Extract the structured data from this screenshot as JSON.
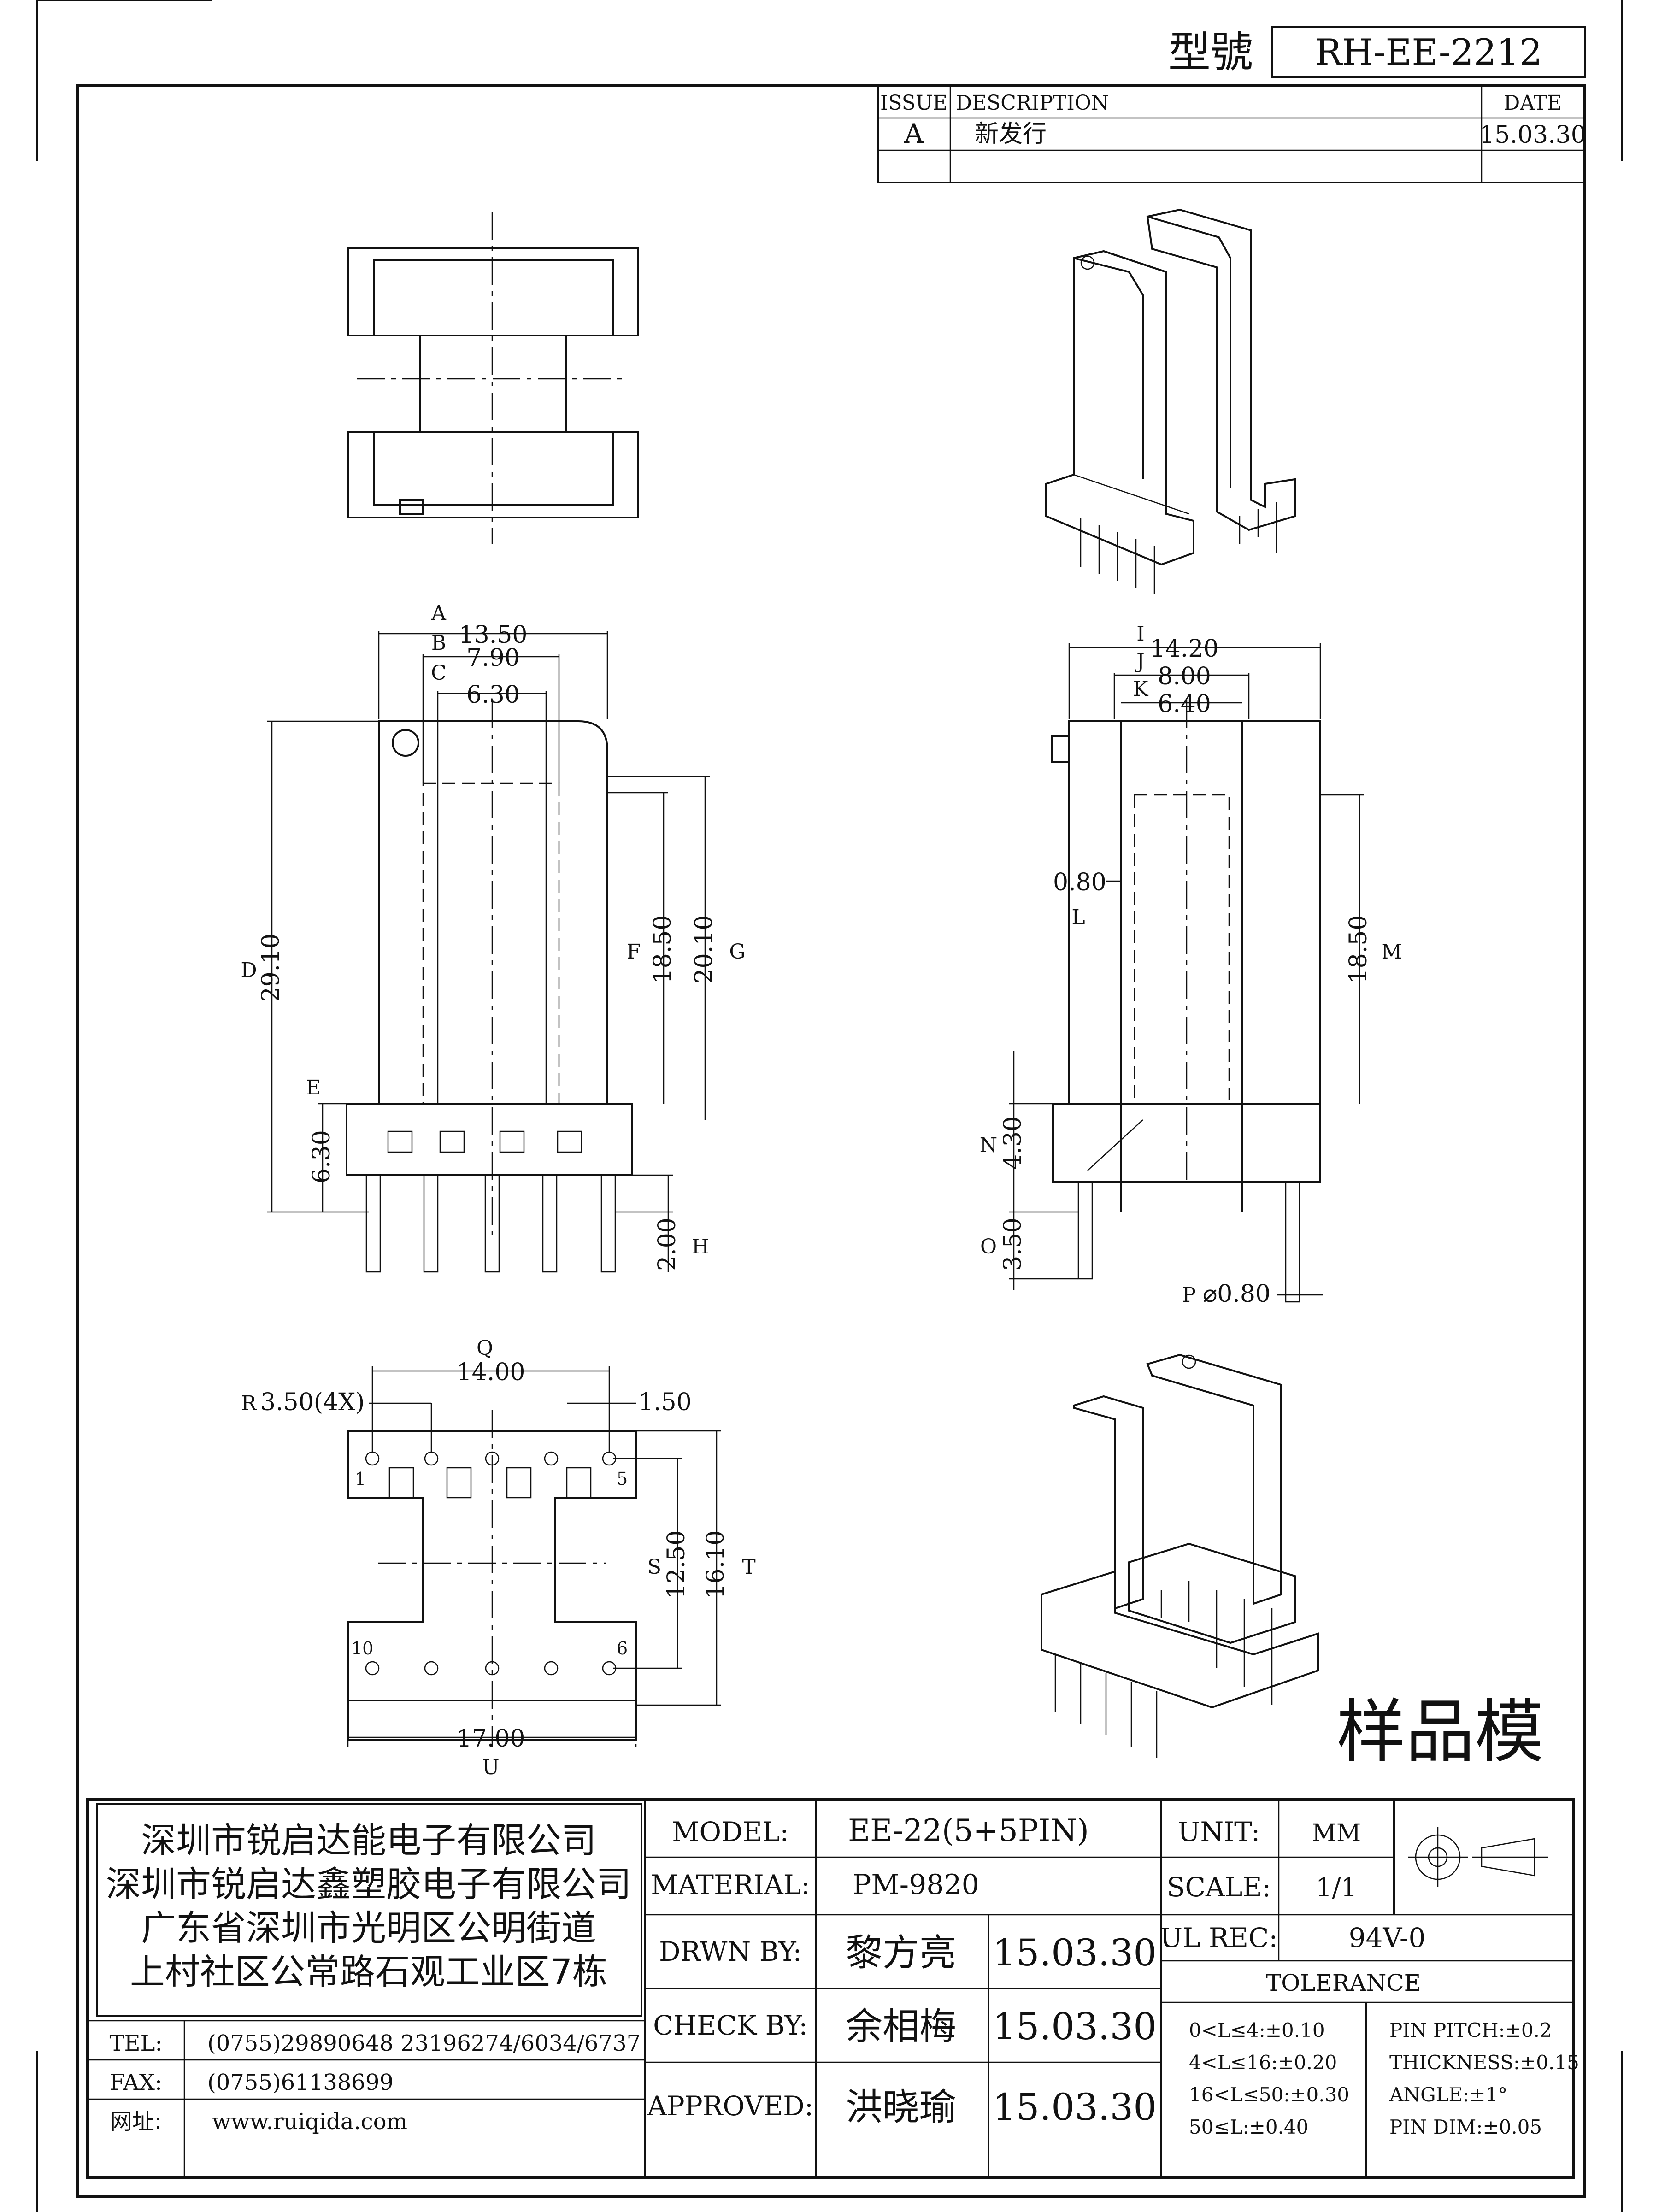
{
  "model_box": {
    "label": "型號",
    "value": "RH-EE-2212"
  },
  "revision_table": {
    "headers": [
      "ISSUE",
      "DESCRIPTION",
      "DATE"
    ],
    "rows": [
      {
        "issue": "A",
        "description": "新发行",
        "date": "15.03.30"
      }
    ]
  },
  "stamp": "样品模",
  "dimensions": {
    "A": "13.50",
    "B": "7.90",
    "C": "6.30",
    "D": "29.10",
    "E": "6.30",
    "F": "18.50",
    "G": "20.10",
    "H": "2.00",
    "I": "14.20",
    "J": "8.00",
    "K": "6.40",
    "L": "0.80",
    "M": "18.50",
    "N": "4.30",
    "O": "3.50",
    "P": "⌀0.80",
    "Q": "14.00",
    "R": "3.50(4X)",
    "pitch": "1.50",
    "S": "12.50",
    "T": "16.10",
    "U": "17.00"
  },
  "dimension_letters": [
    "A",
    "B",
    "C",
    "D",
    "E",
    "F",
    "G",
    "H",
    "I",
    "J",
    "K",
    "L",
    "M",
    "N",
    "O",
    "P",
    "Q",
    "R",
    "S",
    "T",
    "U"
  ],
  "pin_numbers": {
    "p1": "1",
    "p5": "5",
    "p6": "6",
    "p10": "10"
  },
  "title_block": {
    "company": [
      "深圳市锐启达能电子有限公司",
      "深圳市锐启达鑫塑胶电子有限公司",
      "广东省深圳市光明区公明街道",
      "上村社区公常路石观工业区7栋"
    ],
    "tel_label": "TEL:",
    "tel": "(0755)29890648  23196274/6034/6737",
    "fax_label": "FAX:",
    "fax": "(0755)61138699",
    "web_label": "网址:",
    "web": "www.ruiqida.com",
    "model_label": "MODEL:",
    "model": "EE-22(5+5PIN)",
    "material_label": "MATERIAL:",
    "material": "PM-9820",
    "drawn_label": "DRWN BY:",
    "drawn_by": "黎方亮",
    "drawn_date": "15.03.30",
    "check_label": "CHECK BY:",
    "check_by": "余相梅",
    "check_date": "15.03.30",
    "approved_label": "APPROVED:",
    "approved_by": "洪晓瑜",
    "approved_date": "15.03.30",
    "unit_label": "UNIT:",
    "unit": "MM",
    "scale_label": "SCALE:",
    "scale": "1/1",
    "ul_label": "UL REC:",
    "ul": "94V-0",
    "tolerance_title": "TOLERANCE",
    "tolerance_left": [
      "0<L≤4:±0.10",
      "4<L≤16:±0.20",
      "16<L≤50:±0.30",
      "50≤L:±0.40"
    ],
    "tolerance_right": [
      "PIN PITCH:±0.2",
      "THICKNESS:±0.15",
      "ANGLE:±1°",
      "PIN DIM:±0.05"
    ]
  }
}
